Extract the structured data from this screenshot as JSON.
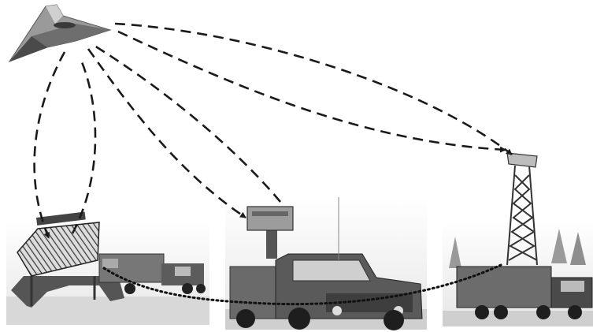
{
  "scene": {
    "background": "#ffffff",
    "ink": "#1a1a1a",
    "photo_tone": "#8a8a8a"
  },
  "nodes": [
    {
      "id": "aircraft",
      "icon": "stealth-aircraft-icon"
    },
    {
      "id": "radar-left",
      "icon": "phased-array-radar-truck-icon"
    },
    {
      "id": "radar-middle",
      "icon": "mobile-radar-vehicle-icon"
    },
    {
      "id": "radar-right",
      "icon": "tower-mast-radar-truck-icon"
    }
  ],
  "links": [
    {
      "from": "aircraft",
      "to": "radar-left",
      "style": "dashed"
    },
    {
      "from": "radar-left",
      "to": "aircraft",
      "style": "dashed"
    },
    {
      "from": "aircraft",
      "to": "radar-middle",
      "style": "dashed"
    },
    {
      "from": "radar-middle",
      "to": "aircraft",
      "style": "dashed"
    },
    {
      "from": "aircraft",
      "to": "radar-right",
      "style": "dashed"
    },
    {
      "from": "aircraft",
      "to": "radar-right",
      "style": "dashed"
    },
    {
      "from": "radar-left",
      "to": "radar-middle",
      "style": "dotted"
    },
    {
      "from": "radar-middle",
      "to": "radar-right",
      "style": "dotted"
    }
  ]
}
